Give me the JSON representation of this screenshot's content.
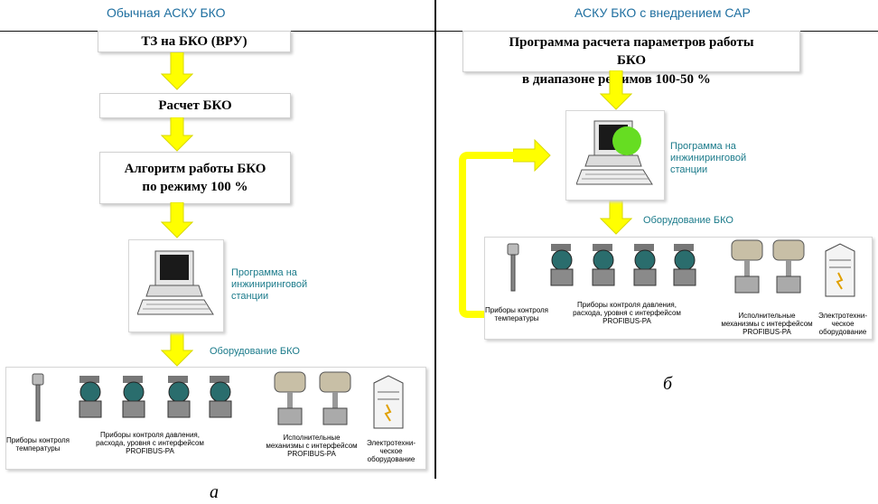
{
  "left": {
    "title": "Обычная АСКУ БКО",
    "box1": "ТЗ на БКО (ВРУ)",
    "box2": "Расчет БКО",
    "box3_line1": "Алгоритм работы БКО",
    "box3_line2": "по режиму 100 %",
    "program_label": [
      "Программа на",
      "инжиниринговой",
      "станции"
    ],
    "equipment_label": "Оборудование БКО",
    "devices": {
      "temperature": [
        "Приборы контроля",
        "температуры"
      ],
      "pressure": [
        "Приборы контроля давления,",
        "расхода, уровня с интерфейсом",
        "PROFIBUS-PA"
      ],
      "actuators": [
        "Исполнительные",
        "механизмы с интерфейсом",
        "PROFIBUS-PA"
      ],
      "electrical": [
        "Электротехни-",
        "ческое",
        "оборудование"
      ]
    },
    "caption": "а"
  },
  "right": {
    "title": "АСКУ БКО с внедрением САР",
    "box1_line1": "Программа расчета параметров работы",
    "box1_line2": "БКО",
    "box1_line3": "в диапазоне режимов 100-50 %",
    "program_label": [
      "Программа на",
      "инжиниринговой",
      "станции"
    ],
    "equipment_label": "Оборудование БКО",
    "devices": {
      "temperature": [
        "Приборы контроля",
        "температуры"
      ],
      "pressure": [
        "Приборы контроля давления,",
        "расхода, уровня с интерфейсом",
        "PROFIBUS-PA"
      ],
      "actuators": [
        "Исполнительные",
        "механизмы с интерфейсом",
        "PROFIBUS-PA"
      ],
      "electrical": [
        "Электротехни-",
        "ческое",
        "оборудование"
      ]
    },
    "caption": "б"
  },
  "colors": {
    "arrow": "#ffff00",
    "arrow_edge": "#d9d900",
    "title": "#1f6fa0",
    "teal": "#1a7a8a",
    "status": "#66dd22"
  }
}
